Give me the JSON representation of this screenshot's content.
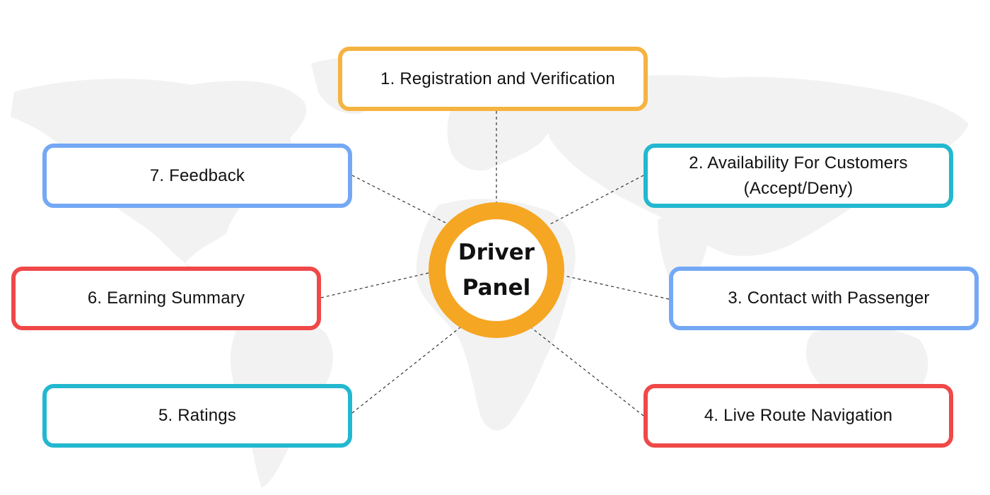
{
  "center": {
    "label_line1": "Driver",
    "label_line2": "Panel",
    "color": "#F5A623"
  },
  "nodes": [
    {
      "id": "1",
      "label": "1. Registration and Verification",
      "color": "#F5B342"
    },
    {
      "id": "2",
      "label_line1": "2. Availability For Customers",
      "label_line2": "(Accept/Deny)",
      "color": "#22B8CF"
    },
    {
      "id": "3",
      "label": "3. Contact with Passenger",
      "color": "#74A8F5"
    },
    {
      "id": "4",
      "label": "4. Live Route Navigation",
      "color": "#F04848"
    },
    {
      "id": "5",
      "label": "5. Ratings",
      "color": "#22B8CF"
    },
    {
      "id": "6",
      "label": "6. Earning Summary",
      "color": "#F04848"
    },
    {
      "id": "7",
      "label": "7. Feedback",
      "color": "#74A8F5"
    }
  ],
  "connector_style": "dashed",
  "background": "faint-world-map"
}
